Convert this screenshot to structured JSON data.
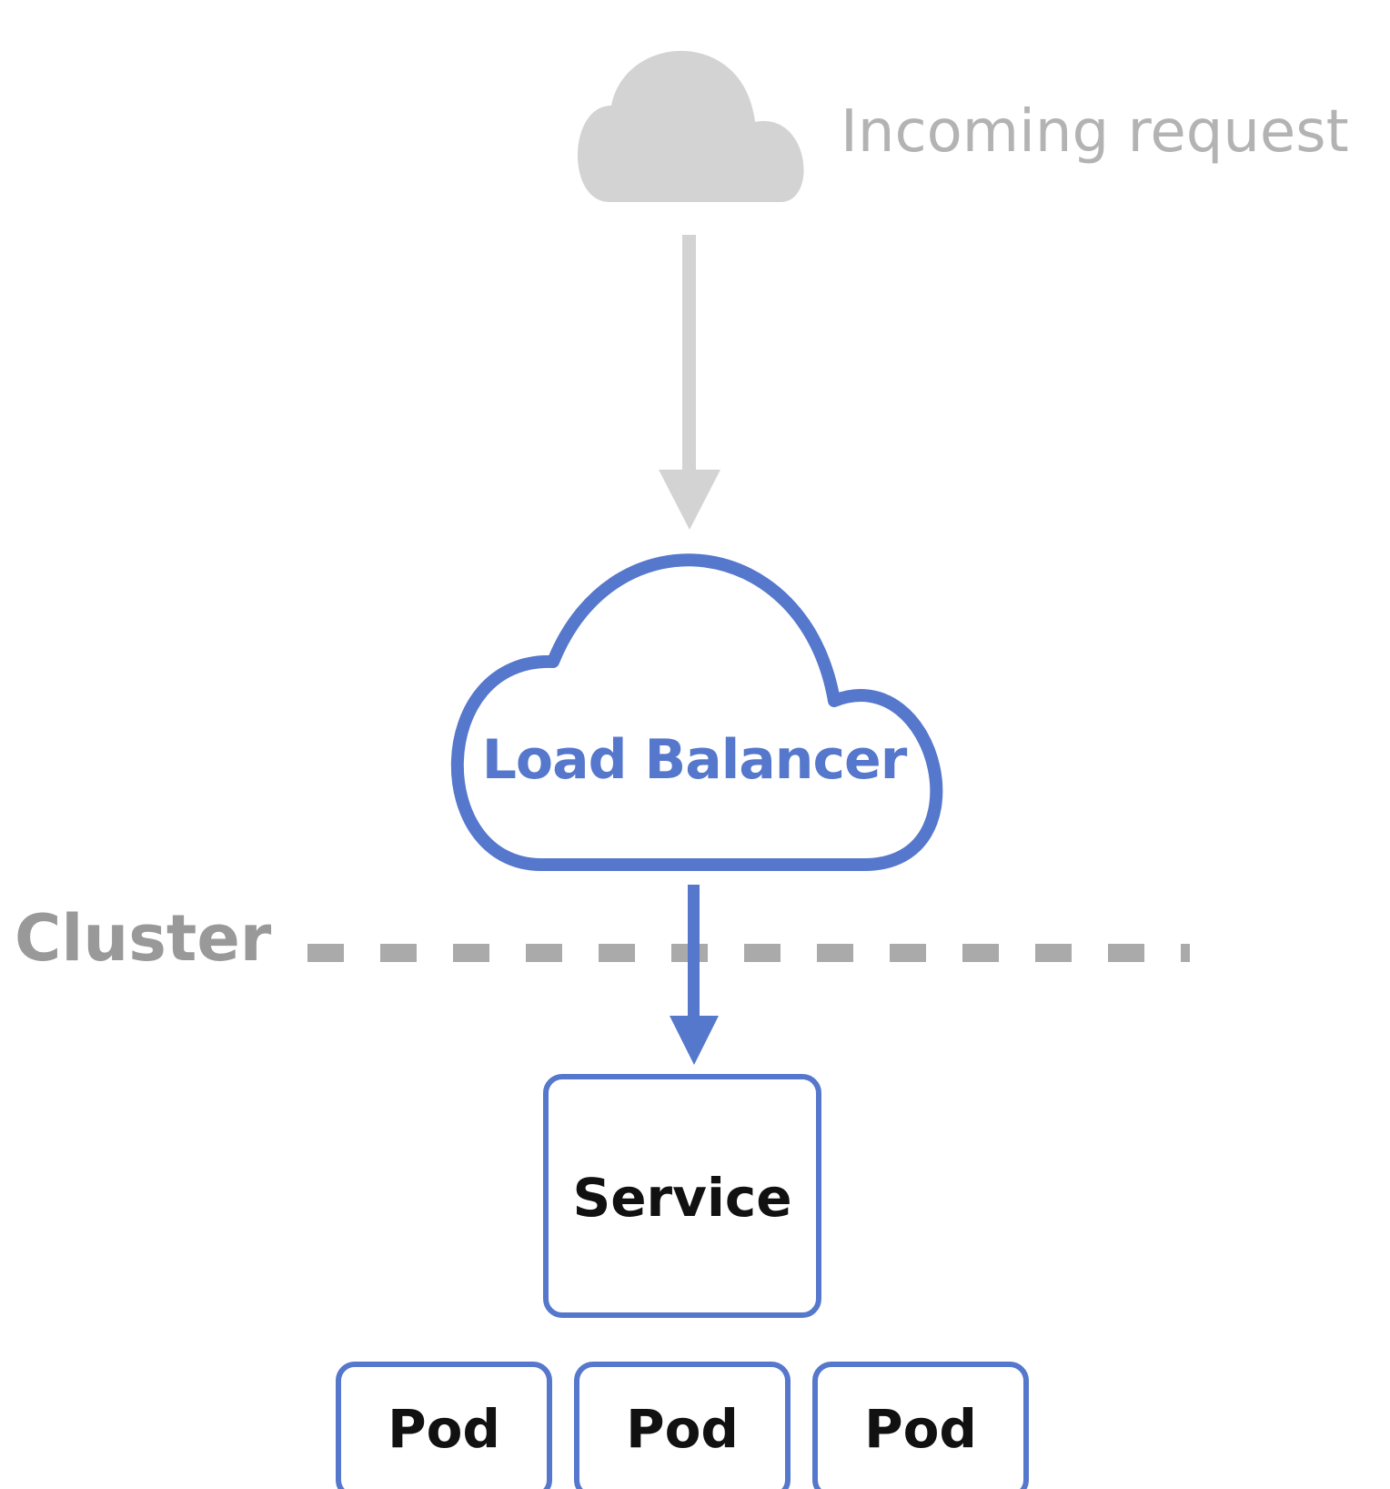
{
  "colors": {
    "accent": "#5577CC",
    "muted": "#D3D3D3",
    "muted_text": "#B3B3B3",
    "cluster_text": "#999999",
    "dashed_line": "#AAAAAA",
    "text_dark": "#111111"
  },
  "labels": {
    "incoming_request": "Incoming request",
    "load_balancer": "Load Balancer",
    "cluster": "Cluster",
    "service": "Service",
    "pods": [
      "Pod",
      "Pod",
      "Pod"
    ]
  },
  "icons": {
    "incoming": "cloud-icon",
    "load_balancer": "cloud-outline-icon"
  }
}
